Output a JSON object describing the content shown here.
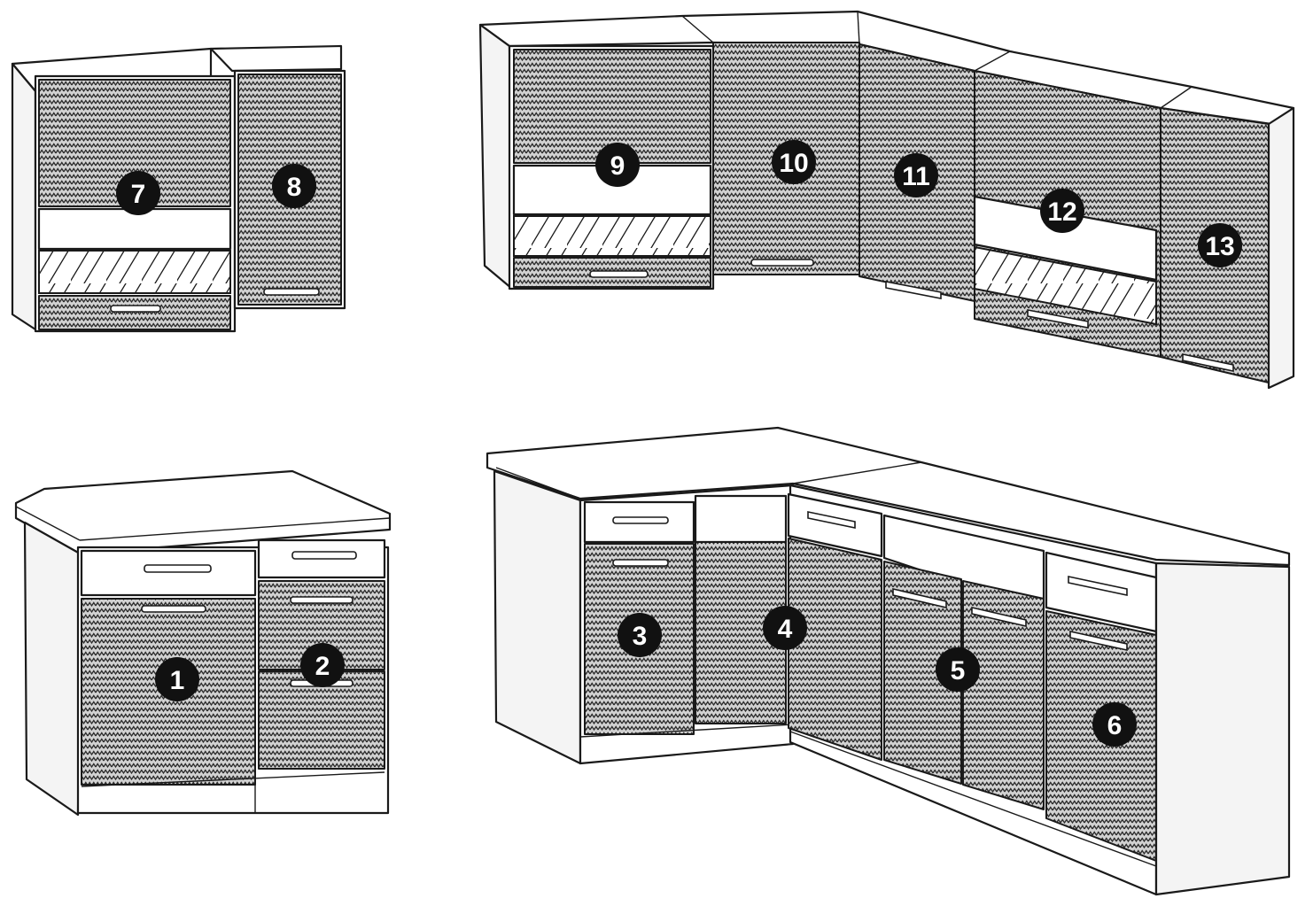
{
  "diagram": {
    "labels": [
      {
        "id": "1"
      },
      {
        "id": "2"
      },
      {
        "id": "3"
      },
      {
        "id": "4"
      },
      {
        "id": "5"
      },
      {
        "id": "6"
      },
      {
        "id": "7"
      },
      {
        "id": "8"
      },
      {
        "id": "9"
      },
      {
        "id": "10"
      },
      {
        "id": "11"
      },
      {
        "id": "12"
      },
      {
        "id": "13"
      }
    ]
  },
  "colors": {
    "line": "#1a1a1a",
    "badge": "#111111",
    "badge_text": "#ffffff",
    "background": "#ffffff"
  }
}
